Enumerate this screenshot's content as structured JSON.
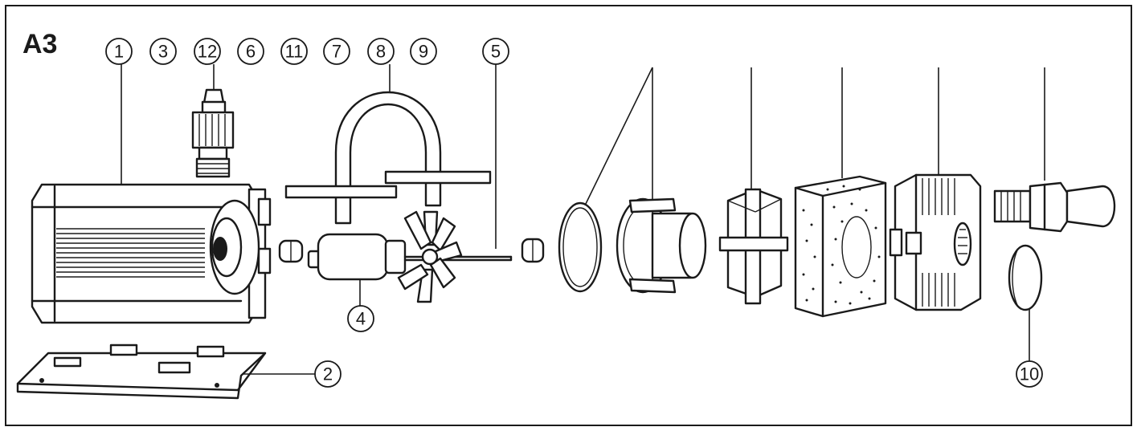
{
  "figure": {
    "label": "A3",
    "callouts_top": [
      "1",
      "3",
      "12",
      "6",
      "11",
      "7",
      "8",
      "9",
      "5"
    ],
    "callout_impeller": "4",
    "callout_base": "2",
    "callout_cap": "10"
  },
  "colors": {
    "ink": "#1a1a1a",
    "paper": "#ffffff"
  }
}
